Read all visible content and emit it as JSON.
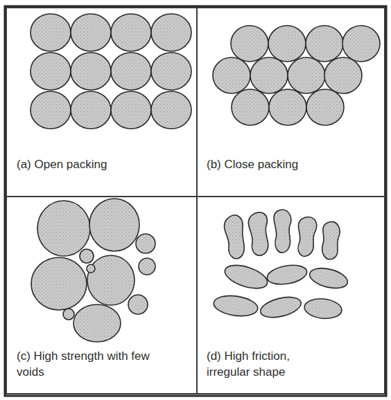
{
  "diagram": {
    "nodes": [
      {
        "text": [
          "(a) Open packing"
        ]
      },
      {
        "text": [
          "(b) Close packing"
        ]
      },
      {
        "text": [
          "(c) High strength with few voids"
        ]
      },
      {
        "text": [
          "(d) High friction, irregular shape"
        ]
      }
    ]
  }
}
